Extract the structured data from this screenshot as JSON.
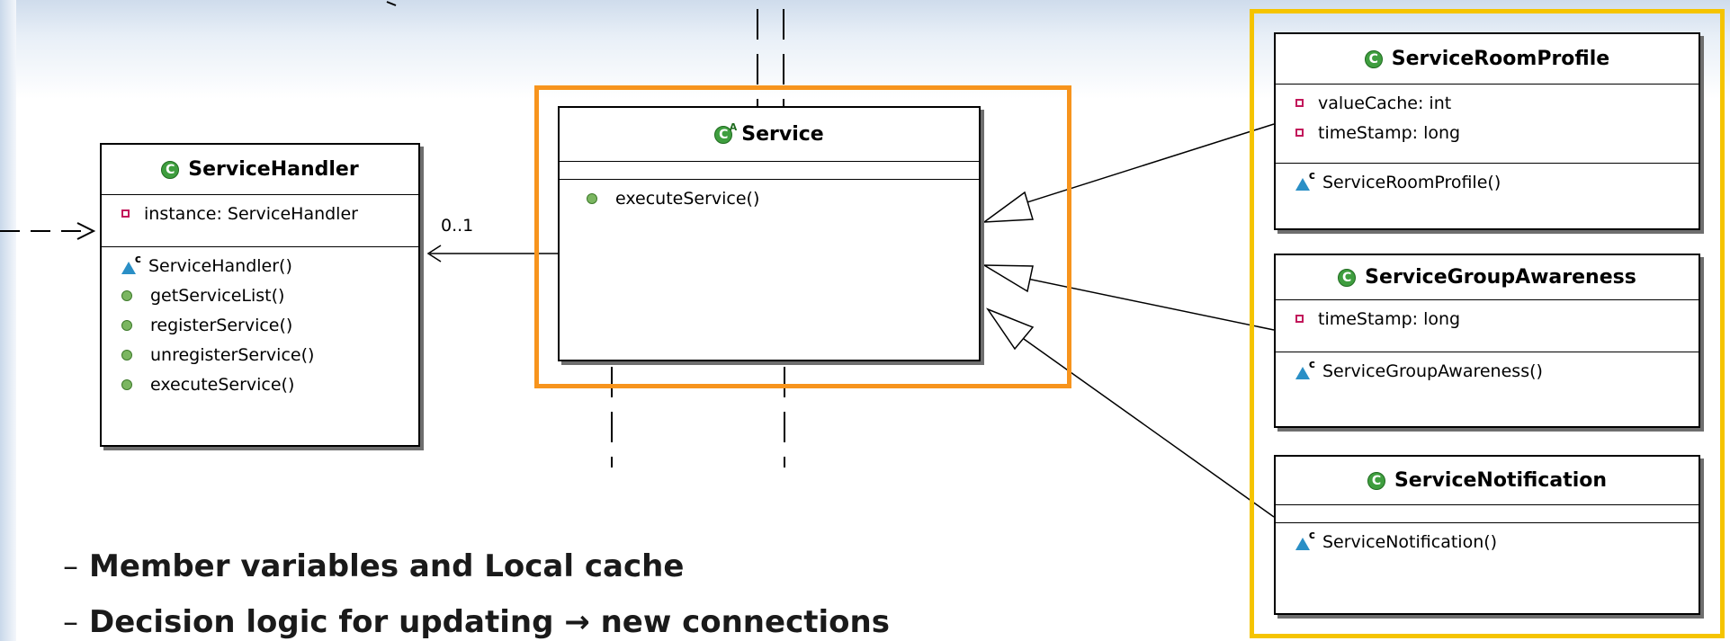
{
  "classes": {
    "service_handler": {
      "name": "ServiceHandler",
      "attributes": [
        "instance: ServiceHandler"
      ],
      "methods": [
        "ServiceHandler()",
        "getServiceList()",
        "registerService()",
        "unregisterService()",
        "executeService()"
      ]
    },
    "service": {
      "name": "Service",
      "methods": [
        "executeService()"
      ]
    },
    "service_room_profile": {
      "name": "ServiceRoomProfile",
      "attributes": [
        "valueCache: int",
        "timeStamp: long"
      ],
      "methods": [
        "ServiceRoomProfile()"
      ]
    },
    "service_group_awareness": {
      "name": "ServiceGroupAwareness",
      "attributes": [
        "timeStamp: long"
      ],
      "methods": [
        "ServiceGroupAwareness()"
      ]
    },
    "service_notification": {
      "name": "ServiceNotification",
      "methods": [
        "ServiceNotification()"
      ]
    }
  },
  "association": {
    "multiplicity": "0..1"
  },
  "icons": {
    "class": "C",
    "abstract_marker": "A",
    "constructor_marker": "c"
  },
  "bullets": [
    "Member variables and Local cache",
    "Decision logic for updating → new connections"
  ],
  "colors": {
    "highlight_service": "#f7941d",
    "highlight_subclasses": "#f5c400",
    "class_icon": "#3f9e3f",
    "method_icon": "#7bb661",
    "field_icon": "#c2185b",
    "constructor_icon": "#2a8fc6"
  }
}
